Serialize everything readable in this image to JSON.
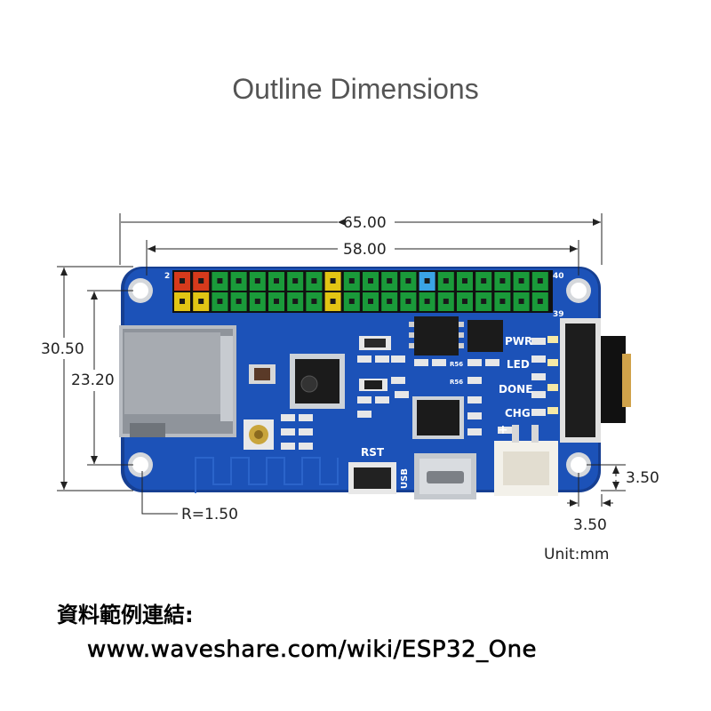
{
  "title": "Outline Dimensions",
  "dimensions": {
    "overall_width": "65.00",
    "hole_spacing_x": "58.00",
    "overall_height": "30.50",
    "hole_spacing_y": "23.20",
    "corner_radius": "R=1.50",
    "hole_offset_x": "3.50",
    "hole_offset_y": "3.50"
  },
  "silkscreen": {
    "pin_top_left": "2",
    "pin_top_right": "40",
    "pin_bottom_right": "39",
    "rst": "RST",
    "usb": "USB",
    "pwr": "PWR",
    "led": "LED",
    "done": "DONE",
    "chg": "CHG",
    "plus": "+",
    "r56a": "R56",
    "r56b": "R56"
  },
  "unit": "Unit:mm",
  "link_label": "資料範例連結:",
  "link_url": "www.waveshare.com/wiki/ESP32_One",
  "colors": {
    "pcb": "#1c52b8",
    "pcb_edge": "#163f92",
    "pin_green": "#1a9a3a",
    "pin_red": "#d63a1c",
    "pin_yellow": "#e2c514",
    "pin_blue": "#3aa4e6"
  }
}
